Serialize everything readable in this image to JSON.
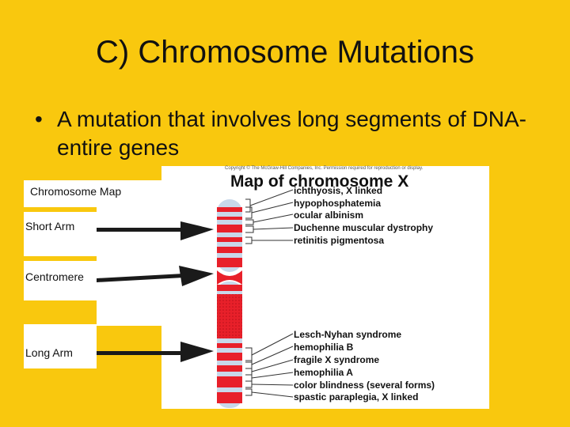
{
  "slide": {
    "title": "C) Chromosome Mutations",
    "bullet_marker": "•",
    "bullet_text": "A mutation that involves long segments of DNA- entire genes"
  },
  "figure": {
    "copyright": "Copyright © The McGraw-Hill Companies, Inc. Permission required for reproduction or display.",
    "map_title": "Map of chromosome X",
    "genes_top": [
      "ichthyosis, X linked",
      "hypophosphatemia",
      "ocular albinism",
      "Duchenne muscular dystrophy",
      "retinitis pigmentosa"
    ],
    "genes_bottom": [
      "Lesch-Nyhan syndrome",
      "hemophilia B",
      "fragile X syndrome",
      "hemophilia A",
      "color blindness (several forms)",
      "spastic paraplegia, X linked"
    ],
    "colors": {
      "chromosome_red": "#E8202A",
      "chromosome_light": "#C8D8EA",
      "slide_bg": "#F9C80E"
    }
  },
  "labels": {
    "chromosome_map": "Chromosome Map",
    "short_arm": "Short Arm",
    "centromere": "Centromere",
    "long_arm": "Long Arm"
  }
}
